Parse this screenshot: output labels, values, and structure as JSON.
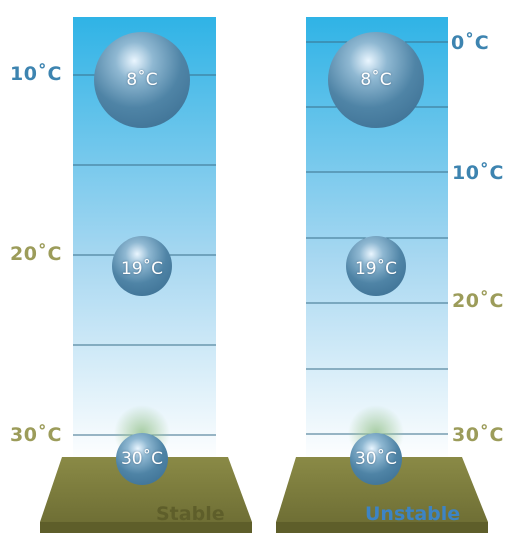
{
  "stable": {
    "caption": "Stable",
    "temp_labels": [
      "10˚C",
      "20˚C",
      "30˚C"
    ],
    "bubbles": [
      "8˚C",
      "19˚C",
      "30˚C"
    ]
  },
  "unstable": {
    "caption": "Unstable",
    "temp_labels": [
      "0˚C",
      "10˚C",
      "20˚C",
      "30˚C"
    ],
    "bubbles": [
      "8˚C",
      "19˚C",
      "30˚C"
    ]
  },
  "colors": {
    "sky_top": "#2fb3e6",
    "sky_bottom": "#ffffff",
    "ground": "#7d7d3e",
    "grid_line": "#3a6f8a",
    "bubble": "#4f84a6",
    "label_blue": "#3d84b0",
    "label_olive": "#9c9c5a"
  }
}
